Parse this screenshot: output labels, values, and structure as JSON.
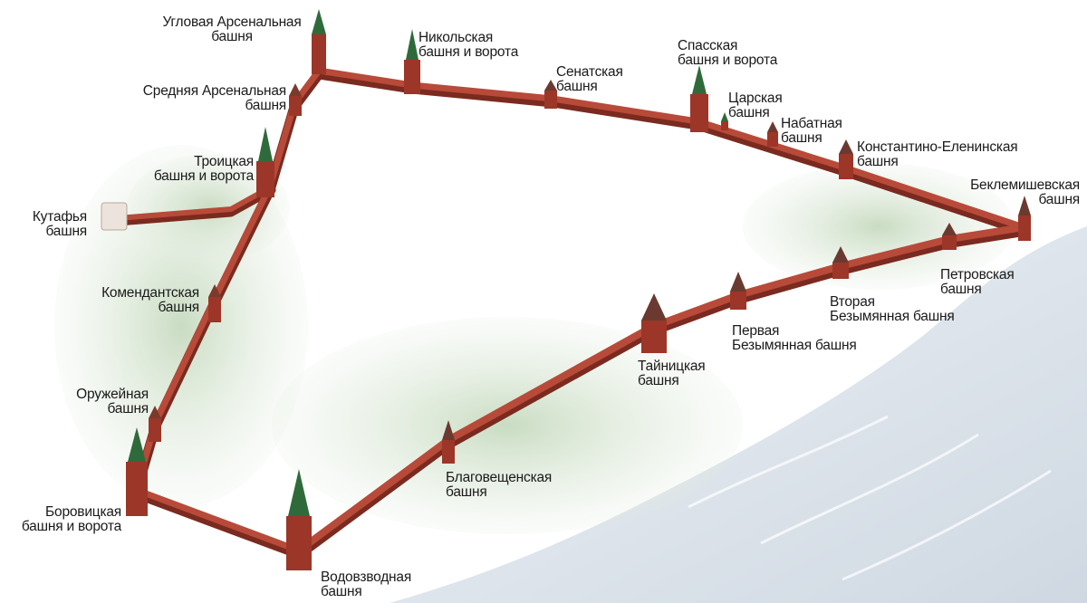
{
  "colors": {
    "wall": "#a13a2c",
    "wall_dark": "#7a2a1f",
    "wall_top": "#b84a39",
    "roof_green": "#2f6b3a",
    "trees": "#8fb487",
    "river": "#d8e0e8",
    "label": "#1a1a1a"
  },
  "labels": {
    "uglovaya_arsenalnaya": [
      "Угловая Арсенальная",
      "башня"
    ],
    "nikolskaya": [
      "Никольская",
      "башня и ворота"
    ],
    "senatskaya": [
      "Сенатская",
      "башня"
    ],
    "spasskaya": [
      "Спасская",
      "башня и ворота"
    ],
    "tsarskaya": [
      "Царская",
      "башня"
    ],
    "nabatnaya": [
      "Набатная",
      "башня"
    ],
    "konstantino_eleninskaya": [
      "Константино-Еленинская",
      "башня"
    ],
    "beklemishevskaya": [
      "Беклемишевская",
      "башня"
    ],
    "srednyaya_arsenalnaya": [
      "Средняя Арсенальная",
      "башня"
    ],
    "troitskaya": [
      "Троицкая",
      "башня и ворота"
    ],
    "kutafya": [
      "Кутафья",
      "башня"
    ],
    "komendantskaya": [
      "Комендантская",
      "башня"
    ],
    "oruzheinaya": [
      "Оружейная",
      "башня"
    ],
    "borovitskaya": [
      "Боровицкая",
      "башня и ворота"
    ],
    "vodovzvodnaya": [
      "Водовзводная",
      "башня"
    ],
    "blagoveshchenskaya": [
      "Благовещенская",
      "башня"
    ],
    "tainitskaya": [
      "Тайницкая",
      "башня"
    ],
    "pervaya_bezymyannaya": [
      "Первая",
      "Безымянная башня"
    ],
    "vtoraya_bezymyannaya": [
      "Вторая",
      "Безымянная башня"
    ],
    "petrovskaya": [
      "Петровская",
      "башня"
    ]
  }
}
